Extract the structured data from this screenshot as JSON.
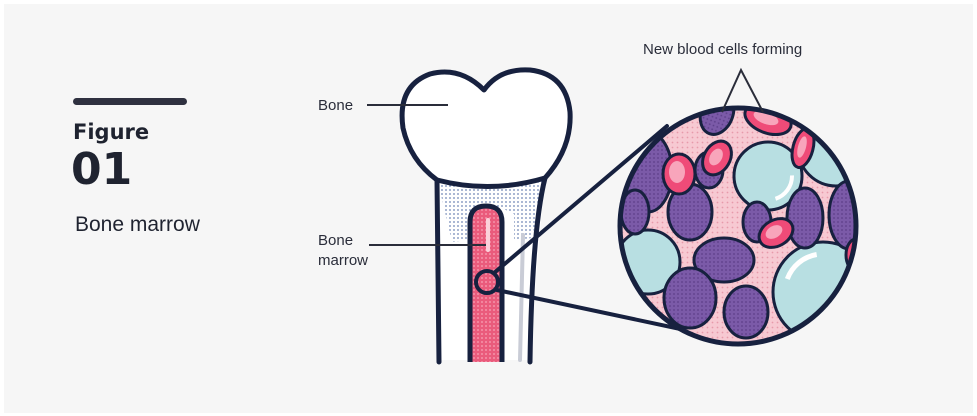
{
  "figure": {
    "word": "Figure",
    "number": "01",
    "caption": "Bone marrow"
  },
  "labels": {
    "bone": "Bone",
    "marrow_line1": "Bone",
    "marrow_line2": "marrow",
    "cells": "New blood cells forming"
  },
  "colors": {
    "outline": "#17213f",
    "marrow": "#ea5b7c",
    "purple_cell": "#7b5aa8",
    "red_cell": "#ef4b78",
    "stem_cell": "#b8dfe2",
    "background_pink": "#f6c6cf"
  }
}
